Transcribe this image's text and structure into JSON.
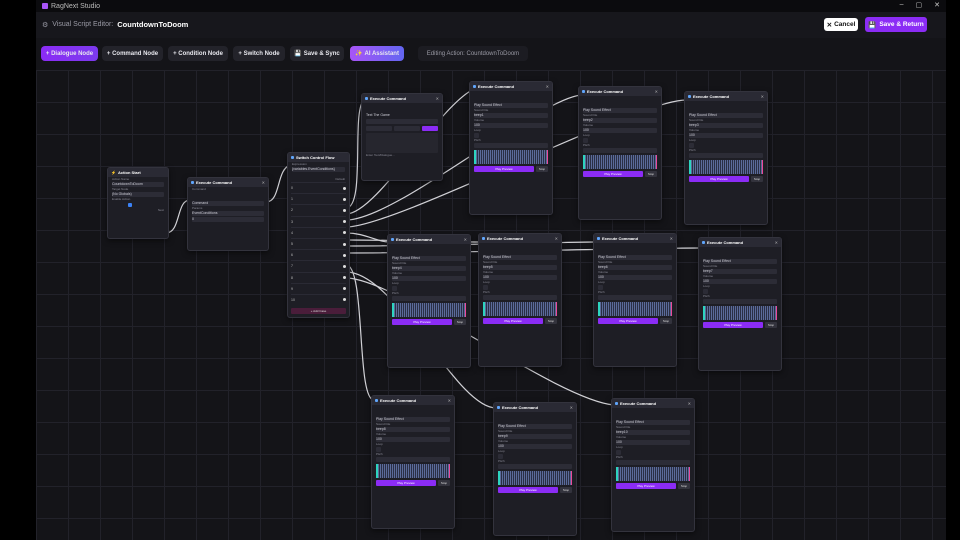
{
  "window": {
    "app_title": "RagNext Studio",
    "minimize": "–",
    "maximize": "▢",
    "close": "✕"
  },
  "header": {
    "editor_label": "Visual Script Editor:",
    "script_name": "CountdownToDoom",
    "cancel_label": "Cancel",
    "save_label": "Save & Return"
  },
  "toolbar": {
    "dialogue": "+ Dialogue Node",
    "command": "+ Command Node",
    "condition": "+ Condition Node",
    "switch": "+ Switch Node",
    "save_sync": "Save & Sync",
    "ai": "AI Assistant",
    "status": "Editing Action: CountdownToDoom"
  },
  "nodes": {
    "action_start": {
      "title": "Action Start",
      "action_name_label": "Action Name",
      "action_name": "CountdownToDoom",
      "target_label": "Target Node",
      "target": "(No Globals)",
      "enable_label": "Enable Action",
      "next": "Next"
    },
    "exec_cmd": {
      "title": "Execute Command",
      "label": "Command",
      "command": "Command",
      "params_label": "Params",
      "params": "EventConditions",
      "value": "0"
    },
    "switch": {
      "title": "Switch Control Flow",
      "expr_label": "Expression",
      "expr": "{variables.EventConditions}",
      "default": "Default",
      "cases": [
        "0",
        "1",
        "2",
        "3",
        "4",
        "5",
        "6",
        "7",
        "8",
        "9",
        "10"
      ],
      "add_case": "+ Add Case"
    },
    "text_node": {
      "title": "Execute Command",
      "text": "Text The Game",
      "edit": "Edit",
      "placeholder": "Enter Text/Dialogue..."
    },
    "sound": {
      "title": "Execute Command",
      "command": "Play Sound Effect",
      "sound_label": "Sound File",
      "volume_label": "Volume",
      "volume": "100",
      "loop_label": "Loop",
      "pitch_label": "Pitch",
      "play": "Play Preview",
      "stop": "Stop"
    }
  },
  "sound_files": [
    "beep1",
    "beep2",
    "beep3",
    "beep4",
    "beep5",
    "beep6",
    "beep7",
    "beep8",
    "beep9",
    "beep10"
  ]
}
